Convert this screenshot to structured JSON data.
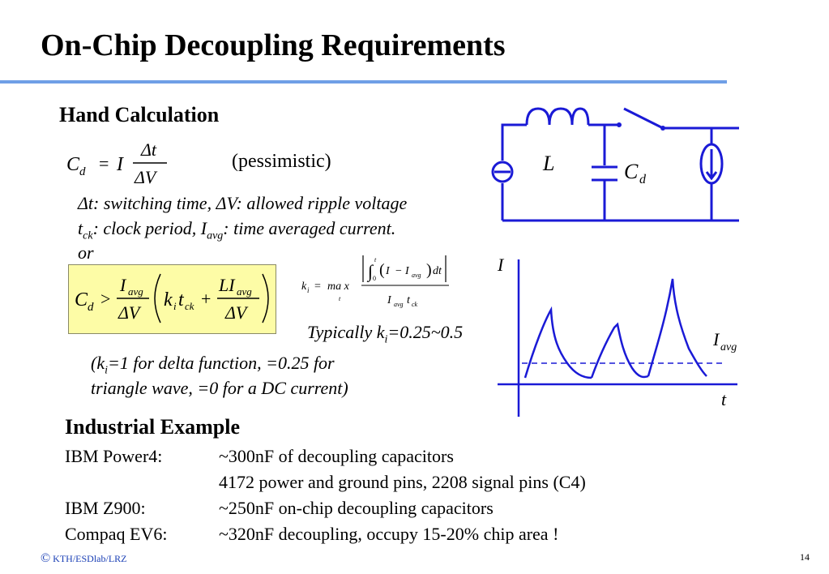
{
  "title": "On-Chip Decoupling Requirements",
  "hand": {
    "heading": "Hand Calculation",
    "pessimistic": "(pessimistic)",
    "desc1": "Δt: switching time, ΔV: allowed ripple voltage",
    "desc2_a": "t",
    "desc2_b": "ck",
    "desc2_c": ": clock period,  I",
    "desc2_d": "avg",
    "desc2_e": ": time averaged current.",
    "or": "or",
    "typically_a": "Typically k",
    "typically_b": "i",
    "typically_c": "=0.25~0.5",
    "note1_a": "(k",
    "note1_b": "i",
    "note1_c": "=1 for delta function, =0.25 for",
    "note2": "triangle wave,  =0  for a DC current)"
  },
  "formula1": {
    "lhs": "C",
    "lhs_sub": "d",
    "eq": "=",
    "I": "I",
    "num": "Δt",
    "den": "ΔV"
  },
  "formula2": {
    "lhs": "C",
    "lhs_sub": "d",
    "gt": ">",
    "f1_num": "I",
    "f1_num_sub": "avg",
    "f1_den": "ΔV",
    "k": "k",
    "k_sub": "i",
    "t": "t",
    "t_sub": "ck",
    "plus": "+",
    "f2_num": "LI",
    "f2_num_sub": "avg",
    "f2_den": "ΔV"
  },
  "formula3": {
    "k": "k",
    "k_sub": "i",
    "eq": "=",
    "max": "ma x",
    "max_sub": "t",
    "int_top": "t",
    "int_bottom": "0",
    "int_I": "I",
    "minus": "−",
    "int_Iavg": "I",
    "int_Iavg_sub": "avg",
    "dt": "dt",
    "den_I": "I",
    "den_I_sub": "avg",
    "den_t": "t",
    "den_t_sub": "ck"
  },
  "circuit": {
    "L": "L",
    "C": "C",
    "C_sub": "d"
  },
  "waveform": {
    "I": "I",
    "Iavg": "I",
    "Iavg_sub": "avg",
    "t": "t"
  },
  "industrial": {
    "heading": "Industrial Example",
    "rows": [
      {
        "label": "IBM Power4:",
        "value": "~300nF of decoupling capacitors"
      },
      {
        "label": "",
        "value": "4172 power and ground pins, 2208 signal pins (C4)"
      },
      {
        "label": "IBM Z900:",
        "value": "~250nF on-chip decoupling capacitors"
      },
      {
        "label": "Compaq EV6:",
        "value": "~320nF decoupling, occupy 15-20% chip area !"
      }
    ]
  },
  "footer": {
    "copyright": "©",
    "org": " KTH/ESDlab/LRZ",
    "page": "14"
  },
  "colors": {
    "rule": "#6f9fe6",
    "circuit": "#1a1ad6",
    "formula_box": "#fdfca6",
    "footer": "#1a3fb5"
  }
}
